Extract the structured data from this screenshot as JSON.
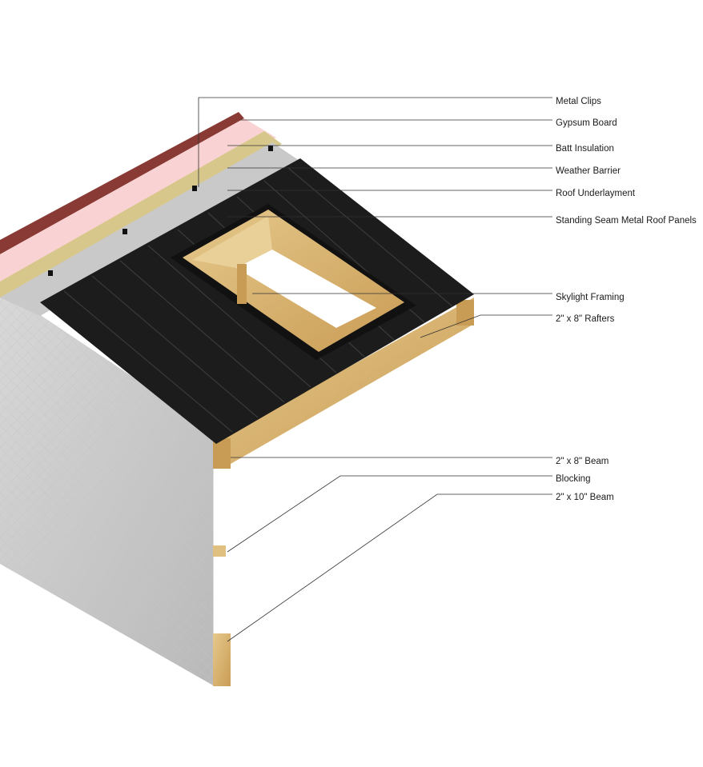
{
  "diagram": {
    "labels": {
      "metal_clips": "Metal Clips",
      "gypsum_board": "Gypsum Board",
      "batt_insulation": "Batt Insulation",
      "weather_barrier": "Weather Barrier",
      "roof_underlayment": "Roof Underlayment",
      "standing_seam": "Standing Seam Metal Roof Panels",
      "skylight_framing": "Skylight Framing",
      "rafters": "2\" x 8\" Rafters",
      "beam_2x8": "2\" x 8\" Beam",
      "blocking": "Blocking",
      "beam_2x10": "2\" x 10\" Beam"
    },
    "colors": {
      "metal_panel": "#1c1c1c",
      "wood": "#d9b878",
      "gypsum": "#f9d3d3",
      "insulation": "#d8c78a",
      "weather_barrier": "#c9c9c9",
      "wall_cladding": "#d2d2d2",
      "brick_edge": "#8a3a34",
      "leader_line": "#333333"
    }
  }
}
